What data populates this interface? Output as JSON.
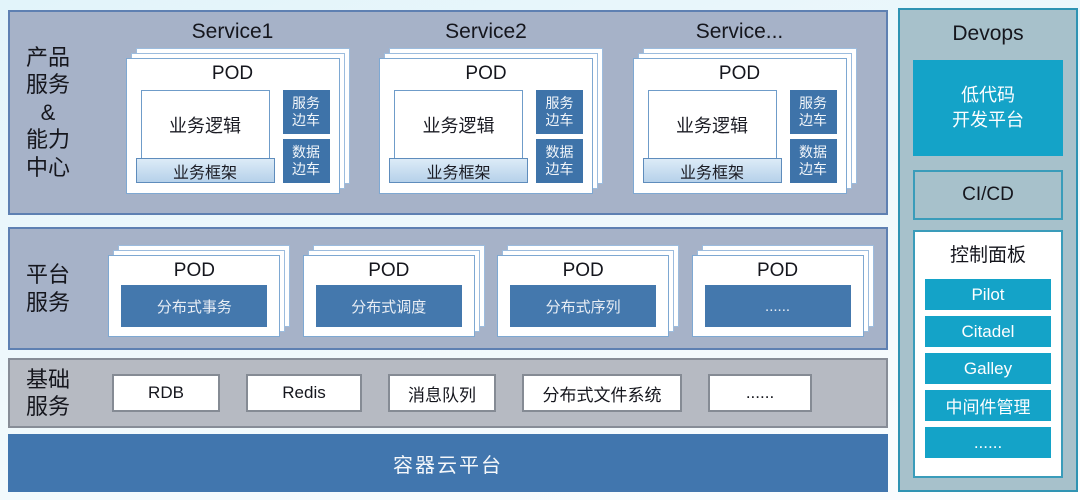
{
  "colors": {
    "accent_cyan": "#14a3c8",
    "steel_blue_bar": "#4176ae",
    "dark_blue_box": "#3e73a9",
    "row_blue_bg": "#a6b2c8",
    "row_blue_border": "#5e80b2",
    "row_gray_bg": "#b6bac2",
    "devops_bg": "#a7c1cb",
    "devops_border": "#2e93b3",
    "framework_bg": "#b6d1ea"
  },
  "product_row": {
    "label": "产品\n服务\n&\n能力\n中心",
    "services": [
      {
        "title": "Service1",
        "pod_title": "POD",
        "logic": "业务逻辑",
        "framework": "业务框架",
        "sidecar_top": "服务\n边车",
        "sidecar_bottom": "数据\n边车"
      },
      {
        "title": "Service2",
        "pod_title": "POD",
        "logic": "业务逻辑",
        "framework": "业务框架",
        "sidecar_top": "服务\n边车",
        "sidecar_bottom": "数据\n边车"
      },
      {
        "title": "Service...",
        "pod_title": "POD",
        "logic": "业务逻辑",
        "framework": "业务框架",
        "sidecar_top": "服务\n边车",
        "sidecar_bottom": "数据\n边车"
      }
    ]
  },
  "platform_row": {
    "label": "平台\n服务",
    "pods": [
      {
        "pod_title": "POD",
        "label": "分布式事务"
      },
      {
        "pod_title": "POD",
        "label": "分布式调度"
      },
      {
        "pod_title": "POD",
        "label": "分布式序列"
      },
      {
        "pod_title": "POD",
        "label": "......"
      }
    ]
  },
  "infra_row": {
    "label": "基础\n服务",
    "items": [
      "RDB",
      "Redis",
      "消息队列",
      "分布式文件系统",
      "......"
    ]
  },
  "cloud_bar": {
    "label": "容器云平台"
  },
  "devops": {
    "title": "Devops",
    "lowcode": "低代码\n开发平台",
    "cicd": "CI/CD",
    "control_panel": {
      "title": "控制面板",
      "buttons": [
        "Pilot",
        "Citadel",
        "Galley",
        "中间件管理",
        "......"
      ]
    }
  }
}
